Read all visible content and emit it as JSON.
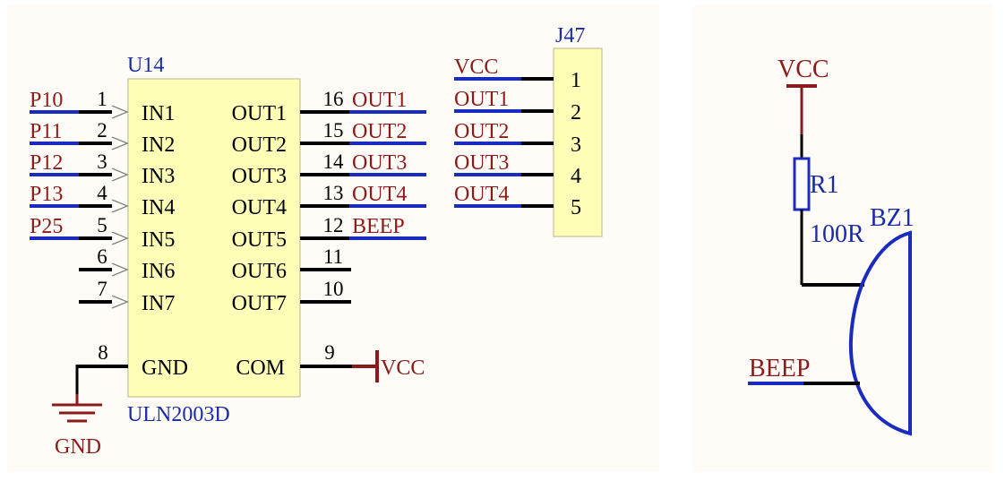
{
  "colors": {
    "paper": "#FFFCF7",
    "chip_fill": "#FFFFB8",
    "wire": "#000000",
    "net": "#1A2BBF",
    "net_label": "#8B1A1A",
    "power": "#8B1A1A",
    "designator": "#1A2BA8",
    "pin_text": "#000000"
  },
  "u14": {
    "designator": "U14",
    "part": "ULN2003D",
    "left_pins": [
      {
        "num": "1",
        "name": "IN1",
        "net": "P10"
      },
      {
        "num": "2",
        "name": "IN2",
        "net": "P11"
      },
      {
        "num": "3",
        "name": "IN3",
        "net": "P12"
      },
      {
        "num": "4",
        "name": "IN4",
        "net": "P13"
      },
      {
        "num": "5",
        "name": "IN5",
        "net": "P25"
      },
      {
        "num": "6",
        "name": "IN6",
        "net": ""
      },
      {
        "num": "7",
        "name": "IN7",
        "net": ""
      }
    ],
    "right_pins": [
      {
        "num": "16",
        "name": "OUT1",
        "net": "OUT1"
      },
      {
        "num": "15",
        "name": "OUT2",
        "net": "OUT2"
      },
      {
        "num": "14",
        "name": "OUT3",
        "net": "OUT3"
      },
      {
        "num": "13",
        "name": "OUT4",
        "net": "OUT4"
      },
      {
        "num": "12",
        "name": "OUT5",
        "net": "BEEP"
      },
      {
        "num": "11",
        "name": "OUT6",
        "net": ""
      },
      {
        "num": "10",
        "name": "OUT7",
        "net": ""
      }
    ],
    "gnd_pin": {
      "num": "8",
      "name": "GND"
    },
    "com_pin": {
      "num": "9",
      "name": "COM"
    },
    "vcc_label": "VCC",
    "gnd_label": "GND"
  },
  "j47": {
    "designator": "J47",
    "pins": [
      {
        "num": "1",
        "net": "VCC"
      },
      {
        "num": "2",
        "net": "OUT1"
      },
      {
        "num": "3",
        "net": "OUT2"
      },
      {
        "num": "4",
        "net": "OUT3"
      },
      {
        "num": "5",
        "net": "OUT4"
      }
    ]
  },
  "buzzer": {
    "vcc_label": "VCC",
    "resistor_designator": "R1",
    "resistor_value": "100R",
    "buzzer_designator": "BZ1",
    "input_net": "BEEP"
  }
}
